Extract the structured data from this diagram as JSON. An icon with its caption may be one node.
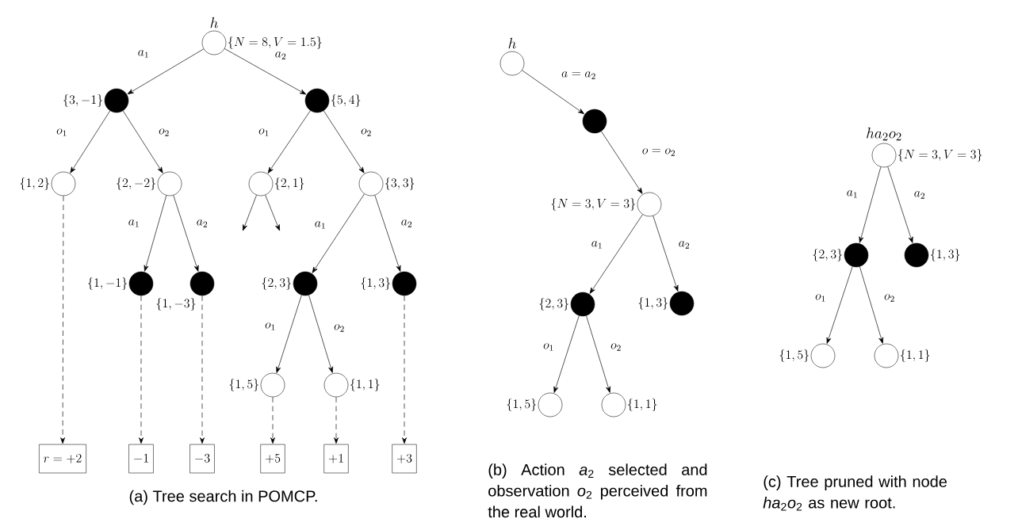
{
  "diagram": {
    "nodes": [
      {
        "text": [],
        "shape": "circle",
        "beside": [
          "h",
          "\\{N=8,V=1.5\\}"
        ]
      },
      {
        "text": [],
        "shape": "disc",
        "beside": [
          "\\{3,-1\\}"
        ]
      },
      {
        "text": [],
        "shape": "disc",
        "beside": [
          "\\{5,4\\}"
        ]
      },
      {
        "text": [],
        "shape": "circle",
        "beside": [
          "\\{1,2\\}"
        ]
      },
      {
        "text": [],
        "shape": "circle",
        "beside": [
          "\\{2,-2\\}"
        ]
      },
      {
        "text": [],
        "shape": "circle",
        "beside": [
          "\\{2,1\\}"
        ]
      },
      {
        "text": [],
        "shape": "circle",
        "beside": [
          "\\{3,3\\}"
        ]
      },
      {
        "text": [],
        "shape": "disc",
        "beside": [
          "\\{1,-1\\}"
        ]
      },
      {
        "text": [],
        "shape": "disc",
        "beside": [
          "\\{1,-3\\}"
        ]
      },
      {
        "text": [],
        "shape": "disc",
        "beside": [
          "\\{2,3\\}"
        ]
      },
      {
        "text": [],
        "shape": "disc",
        "beside": [
          "\\{1,3\\}"
        ]
      },
      {
        "text": [],
        "shape": "circle",
        "beside": [
          "\\{1,5\\}"
        ]
      },
      {
        "text": [],
        "shape": "circle",
        "beside": [
          "\\{1,1\\}"
        ]
      },
      {
        "text": [
          "r=+2"
        ]
      },
      {
        "text": [
          "-1"
        ]
      },
      {
        "text": [
          "-3"
        ]
      },
      {
        "text": [
          "+5"
        ]
      },
      {
        "text": [
          "+1"
        ]
      },
      {
        "text": [
          "+3"
        ]
      },
      {
        "text": [],
        "shape": "circle",
        "beside": [
          "h"
        ]
      },
      {
        "text": [],
        "shape": "disc"
      },
      {
        "text": [],
        "shape": "circle",
        "beside": [
          "\\{N=3,V=3\\}"
        ]
      },
      {
        "text": [],
        "shape": "disc",
        "beside": [
          "\\{2,3\\}"
        ]
      },
      {
        "text": [],
        "shape": "disc",
        "beside": [
          "\\{1,3\\}"
        ]
      },
      {
        "text": [],
        "shape": "circle",
        "beside": [
          "\\{1,5\\}"
        ]
      },
      {
        "text": [],
        "shape": "circle",
        "beside": [
          "\\{1,1\\}"
        ]
      },
      {
        "text": [],
        "shape": "circle",
        "beside": [
          "ha_2o_2",
          "\\{N=3,V=3\\}"
        ]
      },
      {
        "text": [],
        "shape": "disc",
        "beside": [
          "\\{2,3\\}"
        ]
      },
      {
        "text": [],
        "shape": "disc",
        "beside": [
          "\\{1,3\\}"
        ]
      },
      {
        "text": [],
        "shape": "circle",
        "beside": [
          "\\{1,5\\}"
        ]
      },
      {
        "text": [],
        "shape": "circle",
        "beside": [
          "\\{1,1\\}"
        ]
      }
    ],
    "edges": [
      {
        "from": 0,
        "to": 1,
        "arrow": "to",
        "label": "a_1"
      },
      {
        "from": 0,
        "to": 2,
        "arrow": "to",
        "label": "a_2"
      },
      {
        "from": 1,
        "to": 3,
        "arrow": "to",
        "label": "o_1"
      },
      {
        "from": 1,
        "to": 4,
        "arrow": "to",
        "label": "o_2"
      },
      {
        "from": 2,
        "to": 5,
        "arrow": "to",
        "label": "o_1"
      },
      {
        "from": 2,
        "to": 6,
        "arrow": "to",
        "label": "o_2"
      },
      {
        "from": 5,
        "to": null,
        "arrow": "to"
      },
      {
        "from": 5,
        "to": null,
        "arrow": "to"
      },
      {
        "from": 4,
        "to": 7,
        "arrow": "to",
        "label": "a_1"
      },
      {
        "from": 4,
        "to": 8,
        "arrow": "to",
        "label": "a_2"
      },
      {
        "from": 6,
        "to": 9,
        "arrow": "to",
        "label": "a_1"
      },
      {
        "from": 6,
        "to": 10,
        "arrow": "to",
        "label": "a_2"
      },
      {
        "from": 9,
        "to": 11,
        "arrow": "to",
        "label": "o_1"
      },
      {
        "from": 9,
        "to": 12,
        "arrow": "to",
        "label": "o_2"
      },
      {
        "from": 3,
        "to": 13,
        "arrow": "to",
        "style": "dashed"
      },
      {
        "from": 7,
        "to": 14,
        "arrow": "to",
        "style": "dashed"
      },
      {
        "from": 8,
        "to": 15,
        "arrow": "to",
        "style": "dashed"
      },
      {
        "from": 11,
        "to": 16,
        "arrow": "to",
        "style": "dashed"
      },
      {
        "from": 12,
        "to": 17,
        "arrow": "to",
        "style": "dashed"
      },
      {
        "from": 10,
        "to": 18,
        "arrow": "to",
        "style": "dashed"
      },
      {
        "from": 19,
        "to": 20,
        "arrow": "to",
        "label": "a=a_2"
      },
      {
        "from": 20,
        "to": 21,
        "arrow": "to",
        "label": "o=o_2"
      },
      {
        "from": 21,
        "to": 22,
        "arrow": "to",
        "label": "a_1"
      },
      {
        "from": 21,
        "to": 23,
        "arrow": "to",
        "label": "a_2"
      },
      {
        "from": 22,
        "to": 24,
        "arrow": "to",
        "label": "o_1"
      },
      {
        "from": 22,
        "to": 25,
        "arrow": "to",
        "label": "o_2"
      },
      {
        "from": 26,
        "to": 27,
        "arrow": "to",
        "label": "a_1"
      },
      {
        "from": 26,
        "to": 28,
        "arrow": "to",
        "label": "a_2"
      },
      {
        "from": 27,
        "to": 29,
        "arrow": "to",
        "label": "o_1"
      },
      {
        "from": 27,
        "to": 30,
        "arrow": "to",
        "label": "o_2"
      }
    ],
    "labels": [
      "(a) Tree search in POMCP.",
      "(b) Action *a*$_{2}$ selected and observation *o*$_{2}$ perceived from the real world.",
      "(c) Tree pruned with node *ha*$_{2}$*o*$_{2}$ as new root."
    ]
  }
}
